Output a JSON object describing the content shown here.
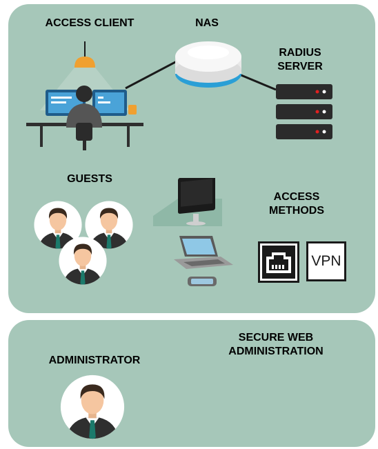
{
  "colors": {
    "panel": "#a6c7b9",
    "lamp": "#f0a030",
    "nas_ring": "#2a9fd6",
    "server": "#2b2b2b",
    "server_led": "#e02020",
    "screen": "#1f5c8a",
    "skin": "#f5c6a0",
    "suit": "#2f2f2f",
    "tie": "#1b7a6b"
  },
  "top_panel": {
    "access_client_label": "ACCESS CLIENT",
    "nas_label": "NAS",
    "radius_label_line1": "RADIUS",
    "radius_label_line2": "SERVER",
    "guests_label": "GUESTS",
    "access_methods_line1": "ACCESS",
    "access_methods_line2": "METHODS",
    "vpn_label": "VPN",
    "icons": [
      "desk-worker-icon",
      "nas-router-icon",
      "radius-server-icon",
      "guest-avatar-icon",
      "monitor-icon",
      "laptop-icon",
      "phone-icon",
      "ethernet-port-icon",
      "vpn-box-icon"
    ]
  },
  "bottom_panel": {
    "administrator_label": "ADMINISTRATOR",
    "secure_web_line1": "SECURE WEB",
    "secure_web_line2": "ADMINISTRATION",
    "icons": [
      "administrator-avatar-icon"
    ]
  }
}
